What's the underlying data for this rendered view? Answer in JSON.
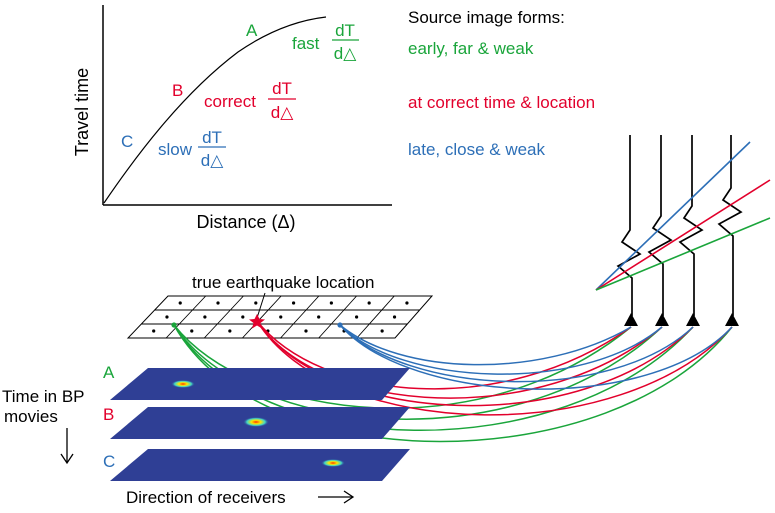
{
  "colors": {
    "A": "#1aa53b",
    "B": "#e2002c",
    "C": "#2d6fb7",
    "axis": "#000000",
    "grid_line": "#000000",
    "bp_panel": "#2f3f95",
    "triangle": "#000000"
  },
  "plot": {
    "ylabel": "Travel time",
    "xlabel": "Distance (Δ)",
    "point_A": "A",
    "point_B": "B",
    "point_C": "C",
    "fast_word": "fast",
    "correct_word": "correct",
    "slow_word": "slow",
    "frac_num": "dT",
    "frac_den": "d△"
  },
  "legend": {
    "title": "Source image forms:",
    "A_text": "early, far & weak",
    "B_text": "at correct time & location",
    "C_text": "late, close & weak"
  },
  "grid": {
    "label": "true earthquake location"
  },
  "movies": {
    "time_label_line1": "Time in BP",
    "time_label_line2": "movies",
    "arrow_down": "↓",
    "panel_A": "A",
    "panel_B": "B",
    "panel_C": "C",
    "direction_label": "Direction of receivers",
    "arrow_right": "→"
  },
  "receivers": {
    "count": 4,
    "icon": "triangle-icon"
  }
}
